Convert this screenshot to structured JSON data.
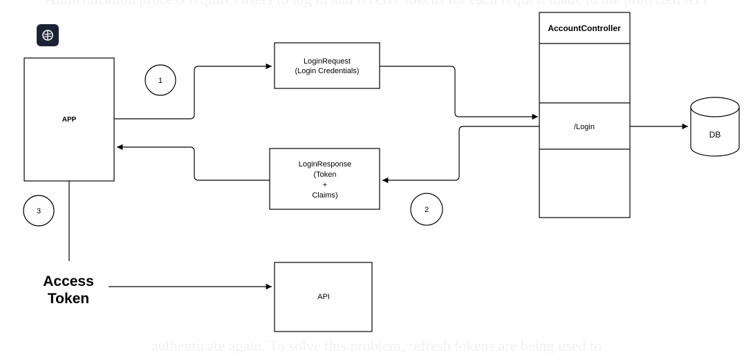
{
  "background_text": {
    "top": "Authentication process requires users to log in and receive tokens for each request made to the protected API",
    "bottom": "authenticate again. To solve this problem, refresh tokens are being used to"
  },
  "app_badge": {
    "icon": "brain-icon",
    "color": "#1d2334"
  },
  "nodes": {
    "app": "APP",
    "login_request": [
      "LoginRequest",
      "(Login Credentials)"
    ],
    "login_response": [
      "LoginResponse",
      "(Token",
      "+",
      "Claims)"
    ],
    "account_controller": "AccountController",
    "login_endpoint": "/Login",
    "db": "DB",
    "access_token": [
      "Access",
      "Token"
    ],
    "api": "API"
  },
  "steps": [
    "1",
    "2",
    "3"
  ]
}
